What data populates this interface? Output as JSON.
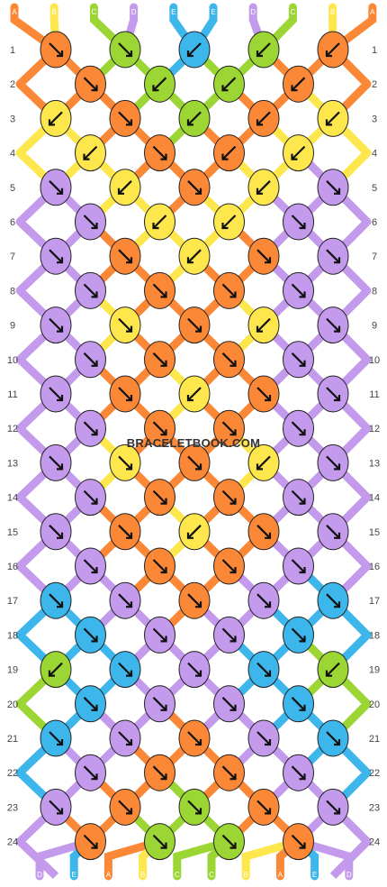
{
  "watermark": "BRACELETBOOK.COM",
  "colors": {
    "A": "#fb8837",
    "B": "#fde74c",
    "C": "#9bd634",
    "D": "#c49bec",
    "E": "#3db6eb"
  },
  "strands_top": [
    "A",
    "B",
    "C",
    "D",
    "E",
    "E",
    "D",
    "C",
    "B",
    "A"
  ],
  "strands_bottom": [
    "D",
    "E",
    "A",
    "B",
    "C",
    "C",
    "B",
    "A",
    "E",
    "D"
  ],
  "row_labels": [
    "1",
    "2",
    "3",
    "4",
    "5",
    "6",
    "7",
    "8",
    "9",
    "10",
    "11",
    "12",
    "13",
    "14",
    "15",
    "16",
    "17",
    "18",
    "19",
    "20",
    "21",
    "22",
    "23",
    "24"
  ],
  "rows": [
    [
      [
        "A",
        "BF"
      ],
      [
        "C",
        "BF"
      ],
      [
        "E",
        "F"
      ],
      [
        "C",
        "F"
      ],
      [
        "A",
        "F"
      ]
    ],
    [
      [
        "A",
        "BF"
      ],
      [
        "C",
        "F"
      ],
      [
        "C",
        "F"
      ],
      [
        "A",
        "F"
      ]
    ],
    [
      [
        "B",
        "F"
      ],
      [
        "A",
        "BF"
      ],
      [
        "C",
        "B"
      ],
      [
        "A",
        "B"
      ],
      [
        "B",
        "F"
      ]
    ],
    [
      [
        "B",
        "F"
      ],
      [
        "A",
        "BF"
      ],
      [
        "A",
        "B"
      ],
      [
        "B",
        "F"
      ]
    ],
    [
      [
        "D",
        "BF"
      ],
      [
        "B",
        "F"
      ],
      [
        "A",
        "BF"
      ],
      [
        "B",
        "F"
      ],
      [
        "D",
        "BF"
      ]
    ],
    [
      [
        "D",
        "BF"
      ],
      [
        "B",
        "F"
      ],
      [
        "B",
        "F"
      ],
      [
        "D",
        "BF"
      ]
    ],
    [
      [
        "D",
        "BF"
      ],
      [
        "A",
        "BF"
      ],
      [
        "B",
        "F"
      ],
      [
        "A",
        "BF"
      ],
      [
        "D",
        "BF"
      ]
    ],
    [
      [
        "D",
        "BF"
      ],
      [
        "A",
        "BF"
      ],
      [
        "A",
        "BF"
      ],
      [
        "D",
        "BF"
      ]
    ],
    [
      [
        "D",
        "BF"
      ],
      [
        "B",
        "FB"
      ],
      [
        "A",
        "BF"
      ],
      [
        "B",
        "F"
      ],
      [
        "D",
        "BF"
      ]
    ],
    [
      [
        "D",
        "BF"
      ],
      [
        "A",
        "BF"
      ],
      [
        "A",
        "BF"
      ],
      [
        "D",
        "BF"
      ]
    ],
    [
      [
        "D",
        "BF"
      ],
      [
        "A",
        "BF"
      ],
      [
        "B",
        "F"
      ],
      [
        "A",
        "BF"
      ],
      [
        "D",
        "BF"
      ]
    ],
    [
      [
        "D",
        "BF"
      ],
      [
        "A",
        "BF"
      ],
      [
        "A",
        "BF"
      ],
      [
        "D",
        "BF"
      ]
    ],
    [
      [
        "D",
        "BF"
      ],
      [
        "B",
        "FB"
      ],
      [
        "A",
        "BF"
      ],
      [
        "B",
        "F"
      ],
      [
        "D",
        "BF"
      ]
    ],
    [
      [
        "D",
        "BF"
      ],
      [
        "A",
        "BF"
      ],
      [
        "A",
        "BF"
      ],
      [
        "D",
        "BF"
      ]
    ],
    [
      [
        "D",
        "BF"
      ],
      [
        "A",
        "BF"
      ],
      [
        "B",
        "F"
      ],
      [
        "A",
        "BF"
      ],
      [
        "D",
        "BF"
      ]
    ],
    [
      [
        "D",
        "BF"
      ],
      [
        "A",
        "BF"
      ],
      [
        "A",
        "BF"
      ],
      [
        "D",
        "BF"
      ]
    ],
    [
      [
        "E",
        "BF"
      ],
      [
        "D",
        "BF"
      ],
      [
        "A",
        "BF"
      ],
      [
        "D",
        "BF"
      ],
      [
        "E",
        "BF"
      ]
    ],
    [
      [
        "E",
        "BF"
      ],
      [
        "D",
        "BF"
      ],
      [
        "D",
        "BF"
      ],
      [
        "E",
        "BF"
      ]
    ],
    [
      [
        "C",
        "F"
      ],
      [
        "E",
        "BF"
      ],
      [
        "D",
        "BF"
      ],
      [
        "E",
        "BF"
      ],
      [
        "C",
        "B"
      ]
    ],
    [
      [
        "E",
        "BF"
      ],
      [
        "D",
        "BF"
      ],
      [
        "D",
        "BF"
      ],
      [
        "E",
        "BF"
      ]
    ],
    [
      [
        "E",
        "BF"
      ],
      [
        "D",
        "BF"
      ],
      [
        "A",
        "BF"
      ],
      [
        "D",
        "BF"
      ],
      [
        "E",
        "BF"
      ]
    ],
    [
      [
        "D",
        "BF"
      ],
      [
        "A",
        "BF"
      ],
      [
        "A",
        "BF"
      ],
      [
        "D",
        "BF"
      ]
    ],
    [
      [
        "D",
        "BF"
      ],
      [
        "A",
        "BF"
      ],
      [
        "C",
        "BF"
      ],
      [
        "A",
        "BF"
      ],
      [
        "D",
        "BF"
      ]
    ],
    [
      [
        "A",
        "BF"
      ],
      [
        "C",
        "BF"
      ],
      [
        "C",
        "BF"
      ],
      [
        "A",
        "BF"
      ]
    ]
  ]
}
